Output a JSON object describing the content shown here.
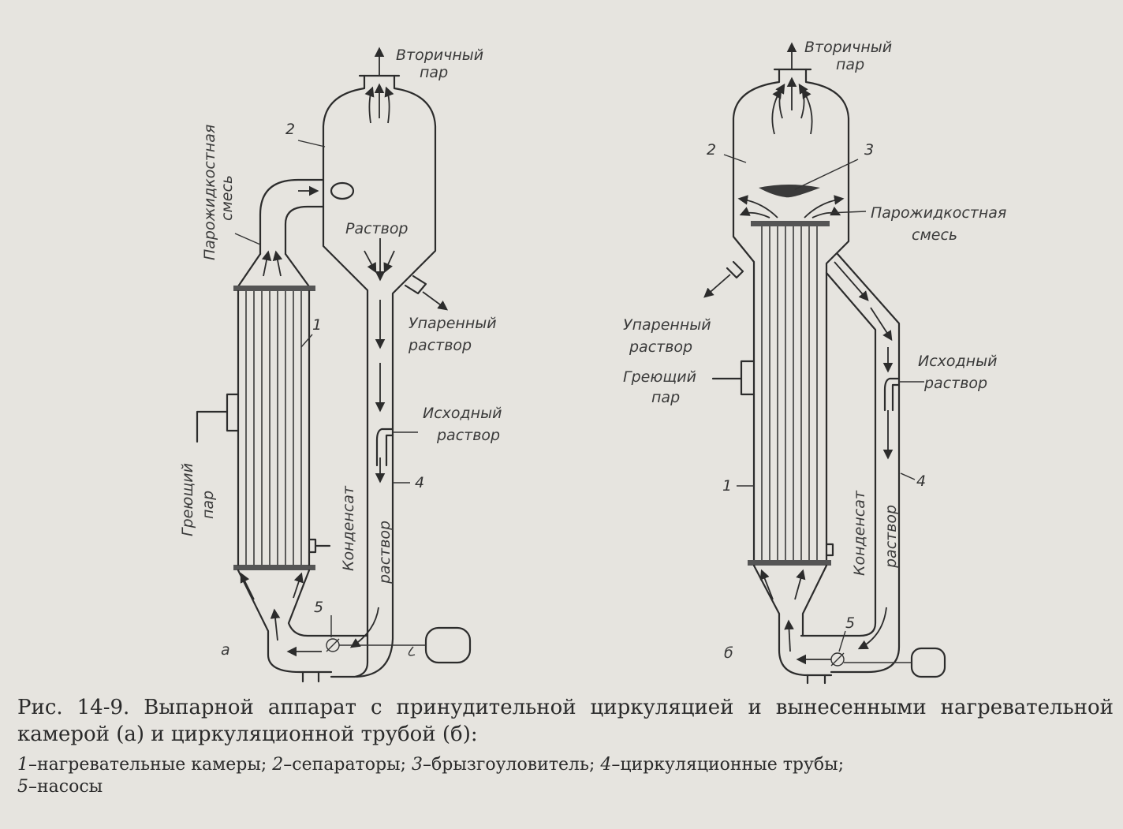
{
  "diagram_a": {
    "letter": "а",
    "secondary_steam": "Вторичный пар",
    "vapor_liquid_mix": "Парожидкостная смесь",
    "solution": "Раствор",
    "evaporated_solution": "Упаренный раствор",
    "initial_solution": "Исходный раствор",
    "heating_steam": "Греющий пар",
    "condensate": "Конденсат",
    "solution_lower": "раствор",
    "n1": "1",
    "n2": "2",
    "n4": "4",
    "n5": "5"
  },
  "diagram_b": {
    "letter": "б",
    "secondary_steam": "Вторичный пар",
    "vapor_liquid_mix": "Парожидкостная смесь",
    "evaporated_solution": "Упаренный раствор",
    "initial_solution": "Исходный раствор",
    "heating_steam": "Греющий пар",
    "condensate": "Конденсат",
    "solution_lower": "раствор",
    "n1": "1",
    "n2": "2",
    "n3": "3",
    "n4": "4",
    "n5": "5"
  },
  "caption": {
    "title": "Рис. 14-9. Выпарной аппарат с принудительной циркуляцией и вынесенными нагревательной камерой (а) и циркуляционной трубой (б):",
    "legend": [
      {
        "num": "1",
        "text": "нагревательные камеры;"
      },
      {
        "num": "2",
        "text": "сепараторы;"
      },
      {
        "num": "3",
        "text": "брызгоуловитель;"
      },
      {
        "num": "4",
        "text": "циркуляционные трубы;"
      },
      {
        "num": "5",
        "text": "насосы"
      }
    ]
  }
}
